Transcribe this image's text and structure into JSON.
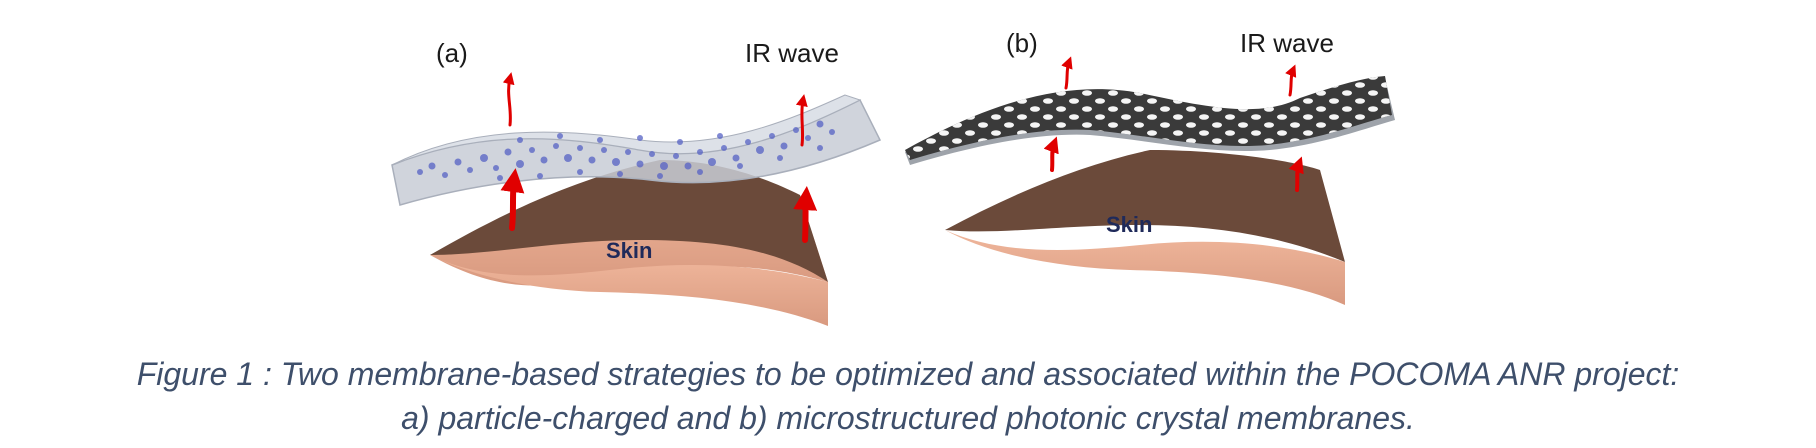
{
  "panel_a": {
    "label": "(a)",
    "wave_label": "IR wave",
    "skin_label": "Skin"
  },
  "panel_b": {
    "label": "(b)",
    "wave_label": "IR wave",
    "skin_label": "Skin"
  },
  "caption": {
    "line1": "Figure 1 : Two membrane-based strategies to be optimized and associated within the POCOMA ANR project:",
    "line2": "a) particle-charged and b) microstructured photonic crystal membranes."
  },
  "colors": {
    "skin_top": "#6b4a3a",
    "skin_side": "#e8ab90",
    "membrane_a": "#c8cdd6",
    "particles": "#5561c4",
    "membrane_b": "#3a3a3a",
    "arrow": "#e00000",
    "caption": "#3e4f6b"
  }
}
